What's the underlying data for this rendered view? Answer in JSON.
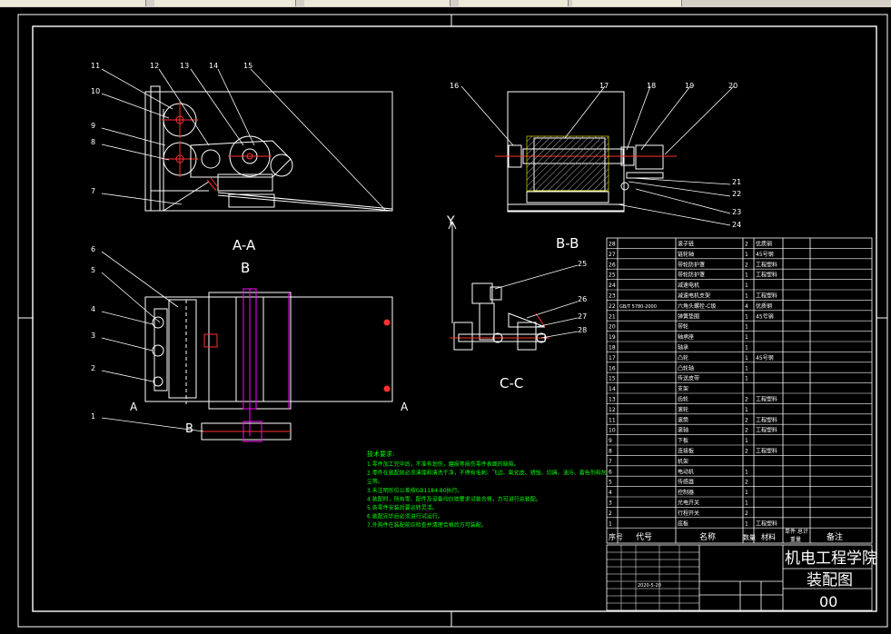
{
  "app": {
    "toolbar_segments": 5
  },
  "colors": {
    "background": "#000000",
    "line": "#ffffff",
    "magenta": "#ff00ff",
    "red": "#ff3030",
    "green": "#00ff00",
    "yellow": "#ffff00"
  },
  "views": {
    "aa_label": "A-A",
    "bb_label": "B-B",
    "b_label": "B",
    "cc_label": "C-C",
    "y_axis_label": "Y",
    "section_a_left": "A",
    "section_a_right": "A",
    "section_b_bottom": "B"
  },
  "callouts": {
    "aa": [
      "11",
      "10",
      "9",
      "8",
      "7",
      "12",
      "13",
      "14",
      "15"
    ],
    "bb": [
      "16",
      "17",
      "18",
      "19",
      "20",
      "21",
      "22",
      "23",
      "24"
    ],
    "b": [
      "6",
      "5",
      "4",
      "3",
      "2",
      "1"
    ],
    "cc": [
      "25",
      "26",
      "27",
      "28"
    ]
  },
  "notes": {
    "title": "技术要求:",
    "lines": [
      "1.零件加工完毕后，不准有划伤，磨损等损伤零件表面的缺陷。",
      "2.零件在装配前必须清理和清洗干净，不得有毛刺、飞边、氧化皮、锈蚀、切屑、油污、着色剂和灰",
      "尘等。",
      "3.未注明形位公差按GB1184-80执行。",
      "4.装配时，所有零、配件及设备均应按要求试装合格，方可进行总装配。",
      "5.各零件安装后要运转灵活。",
      "6.装配完毕后必须进行试运行。",
      "7.外购件在装配前应检查并清理合格后方可装配。"
    ]
  },
  "bom": {
    "rows": [
      {
        "no": "28",
        "code": "",
        "name": "滚子链",
        "qty": "2",
        "mat": "优质钢",
        "note": ""
      },
      {
        "no": "27",
        "code": "",
        "name": "链轮轴",
        "qty": "1",
        "mat": "45号钢",
        "note": ""
      },
      {
        "no": "26",
        "code": "",
        "name": "带轮防护罩",
        "qty": "2",
        "mat": "工程塑料",
        "note": ""
      },
      {
        "no": "25",
        "code": "",
        "name": "带轮防护罩",
        "qty": "1",
        "mat": "工程塑料",
        "note": ""
      },
      {
        "no": "24",
        "code": "",
        "name": "减速电机",
        "qty": "1",
        "mat": "",
        "note": ""
      },
      {
        "no": "23",
        "code": "",
        "name": "减速电机支架",
        "qty": "1",
        "mat": "工程塑料",
        "note": ""
      },
      {
        "no": "22",
        "code": "GB/T 5780-2000",
        "name": "六角头螺栓-C级",
        "qty": "4",
        "mat": "优质钢",
        "note": ""
      },
      {
        "no": "21",
        "code": "",
        "name": "弹簧垫圈",
        "qty": "1",
        "mat": "45号钢",
        "note": ""
      },
      {
        "no": "20",
        "code": "",
        "name": "带轮",
        "qty": "1",
        "mat": "",
        "note": ""
      },
      {
        "no": "19",
        "code": "",
        "name": "轴承座",
        "qty": "1",
        "mat": "",
        "note": ""
      },
      {
        "no": "18",
        "code": "",
        "name": "轴承",
        "qty": "1",
        "mat": "",
        "note": ""
      },
      {
        "no": "17",
        "code": "",
        "name": "凸轮",
        "qty": "1",
        "mat": "45号钢",
        "note": ""
      },
      {
        "no": "16",
        "code": "",
        "name": "凸轮轴",
        "qty": "1",
        "mat": "",
        "note": ""
      },
      {
        "no": "15",
        "code": "",
        "name": "传送皮带",
        "qty": "1",
        "mat": "",
        "note": ""
      },
      {
        "no": "14",
        "code": "",
        "name": "支架",
        "qty": "",
        "mat": "",
        "note": ""
      },
      {
        "no": "13",
        "code": "",
        "name": "齿轮",
        "qty": "2",
        "mat": "工程塑料",
        "note": ""
      },
      {
        "no": "12",
        "code": "",
        "name": "滚轮",
        "qty": "1",
        "mat": "",
        "note": ""
      },
      {
        "no": "11",
        "code": "",
        "name": "滚筒",
        "qty": "2",
        "mat": "工程塑料",
        "note": ""
      },
      {
        "no": "10",
        "code": "",
        "name": "滚轴",
        "qty": "2",
        "mat": "工程塑料",
        "note": ""
      },
      {
        "no": "9",
        "code": "",
        "name": "下板",
        "qty": "1",
        "mat": "",
        "note": ""
      },
      {
        "no": "8",
        "code": "",
        "name": "连接板",
        "qty": "2",
        "mat": "工程塑料",
        "note": ""
      },
      {
        "no": "7",
        "code": "",
        "name": "机架",
        "qty": "",
        "mat": "",
        "note": ""
      },
      {
        "no": "6",
        "code": "",
        "name": "电动机",
        "qty": "1",
        "mat": "",
        "note": ""
      },
      {
        "no": "5",
        "code": "",
        "name": "传感器",
        "qty": "2",
        "mat": "",
        "note": ""
      },
      {
        "no": "4",
        "code": "",
        "name": "控制器",
        "qty": "1",
        "mat": "",
        "note": ""
      },
      {
        "no": "3",
        "code": "",
        "name": "光电开关",
        "qty": "1",
        "mat": "",
        "note": ""
      },
      {
        "no": "2",
        "code": "",
        "name": "行程开关",
        "qty": "2",
        "mat": "",
        "note": ""
      },
      {
        "no": "1",
        "code": "",
        "name": "底板",
        "qty": "1",
        "mat": "工程塑料",
        "note": ""
      }
    ],
    "header": {
      "no": "序号",
      "code": "代号",
      "name": "名称",
      "qty": "数量",
      "mat": "材料",
      "single_weight": "单件",
      "total_weight": "总计",
      "weight": "重量",
      "note": "备注"
    }
  },
  "titleblock": {
    "school": "机电工程学院",
    "drawing_name": "装配图",
    "drawing_no": "00",
    "date": "2020-5-20"
  }
}
